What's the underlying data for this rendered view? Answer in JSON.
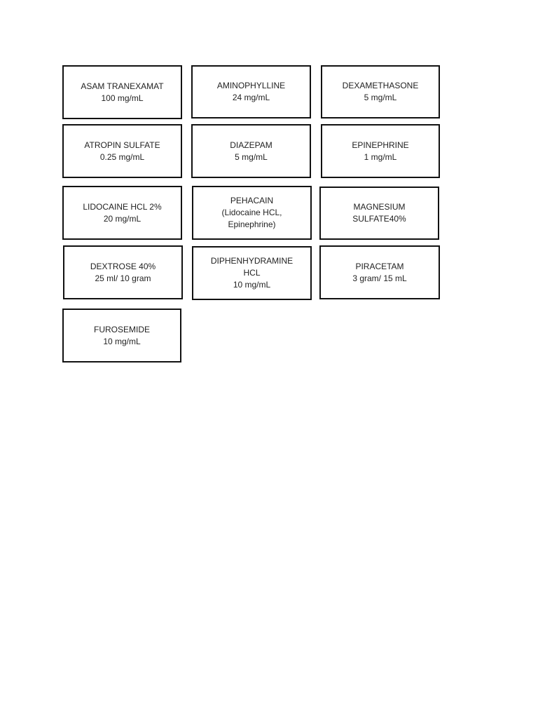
{
  "labels": [
    {
      "lines": [
        "ASAM TRANEXAMAT",
        "100 mg/mL"
      ]
    },
    {
      "lines": [
        "AMINOPHYLLINE",
        "24 mg/mL"
      ]
    },
    {
      "lines": [
        "DEXAMETHASONE",
        "5 mg/mL"
      ]
    },
    {
      "lines": [
        "ATROPIN SULFATE",
        "0.25 mg/mL"
      ]
    },
    {
      "lines": [
        "DIAZEPAM",
        "5 mg/mL"
      ]
    },
    {
      "lines": [
        "EPINEPHRINE",
        "1 mg/mL"
      ]
    },
    {
      "lines": [
        "LIDOCAINE HCL 2%",
        "20 mg/mL"
      ]
    },
    {
      "lines": [
        "PEHACAIN",
        "(Lidocaine HCL,",
        "Epinephrine)"
      ]
    },
    {
      "lines": [
        "MAGNESIUM",
        "SULFATE40%"
      ]
    },
    {
      "lines": [
        "DEXTROSE 40%",
        "25 ml/ 10 gram"
      ]
    },
    {
      "lines": [
        "DIPHENHYDRAMINE",
        "HCL",
        "10 mg/mL"
      ]
    },
    {
      "lines": [
        "PIRACETAM",
        "3 gram/ 15 mL"
      ]
    },
    {
      "lines": [
        "FUROSEMIDE",
        "10 mg/mL"
      ]
    }
  ]
}
